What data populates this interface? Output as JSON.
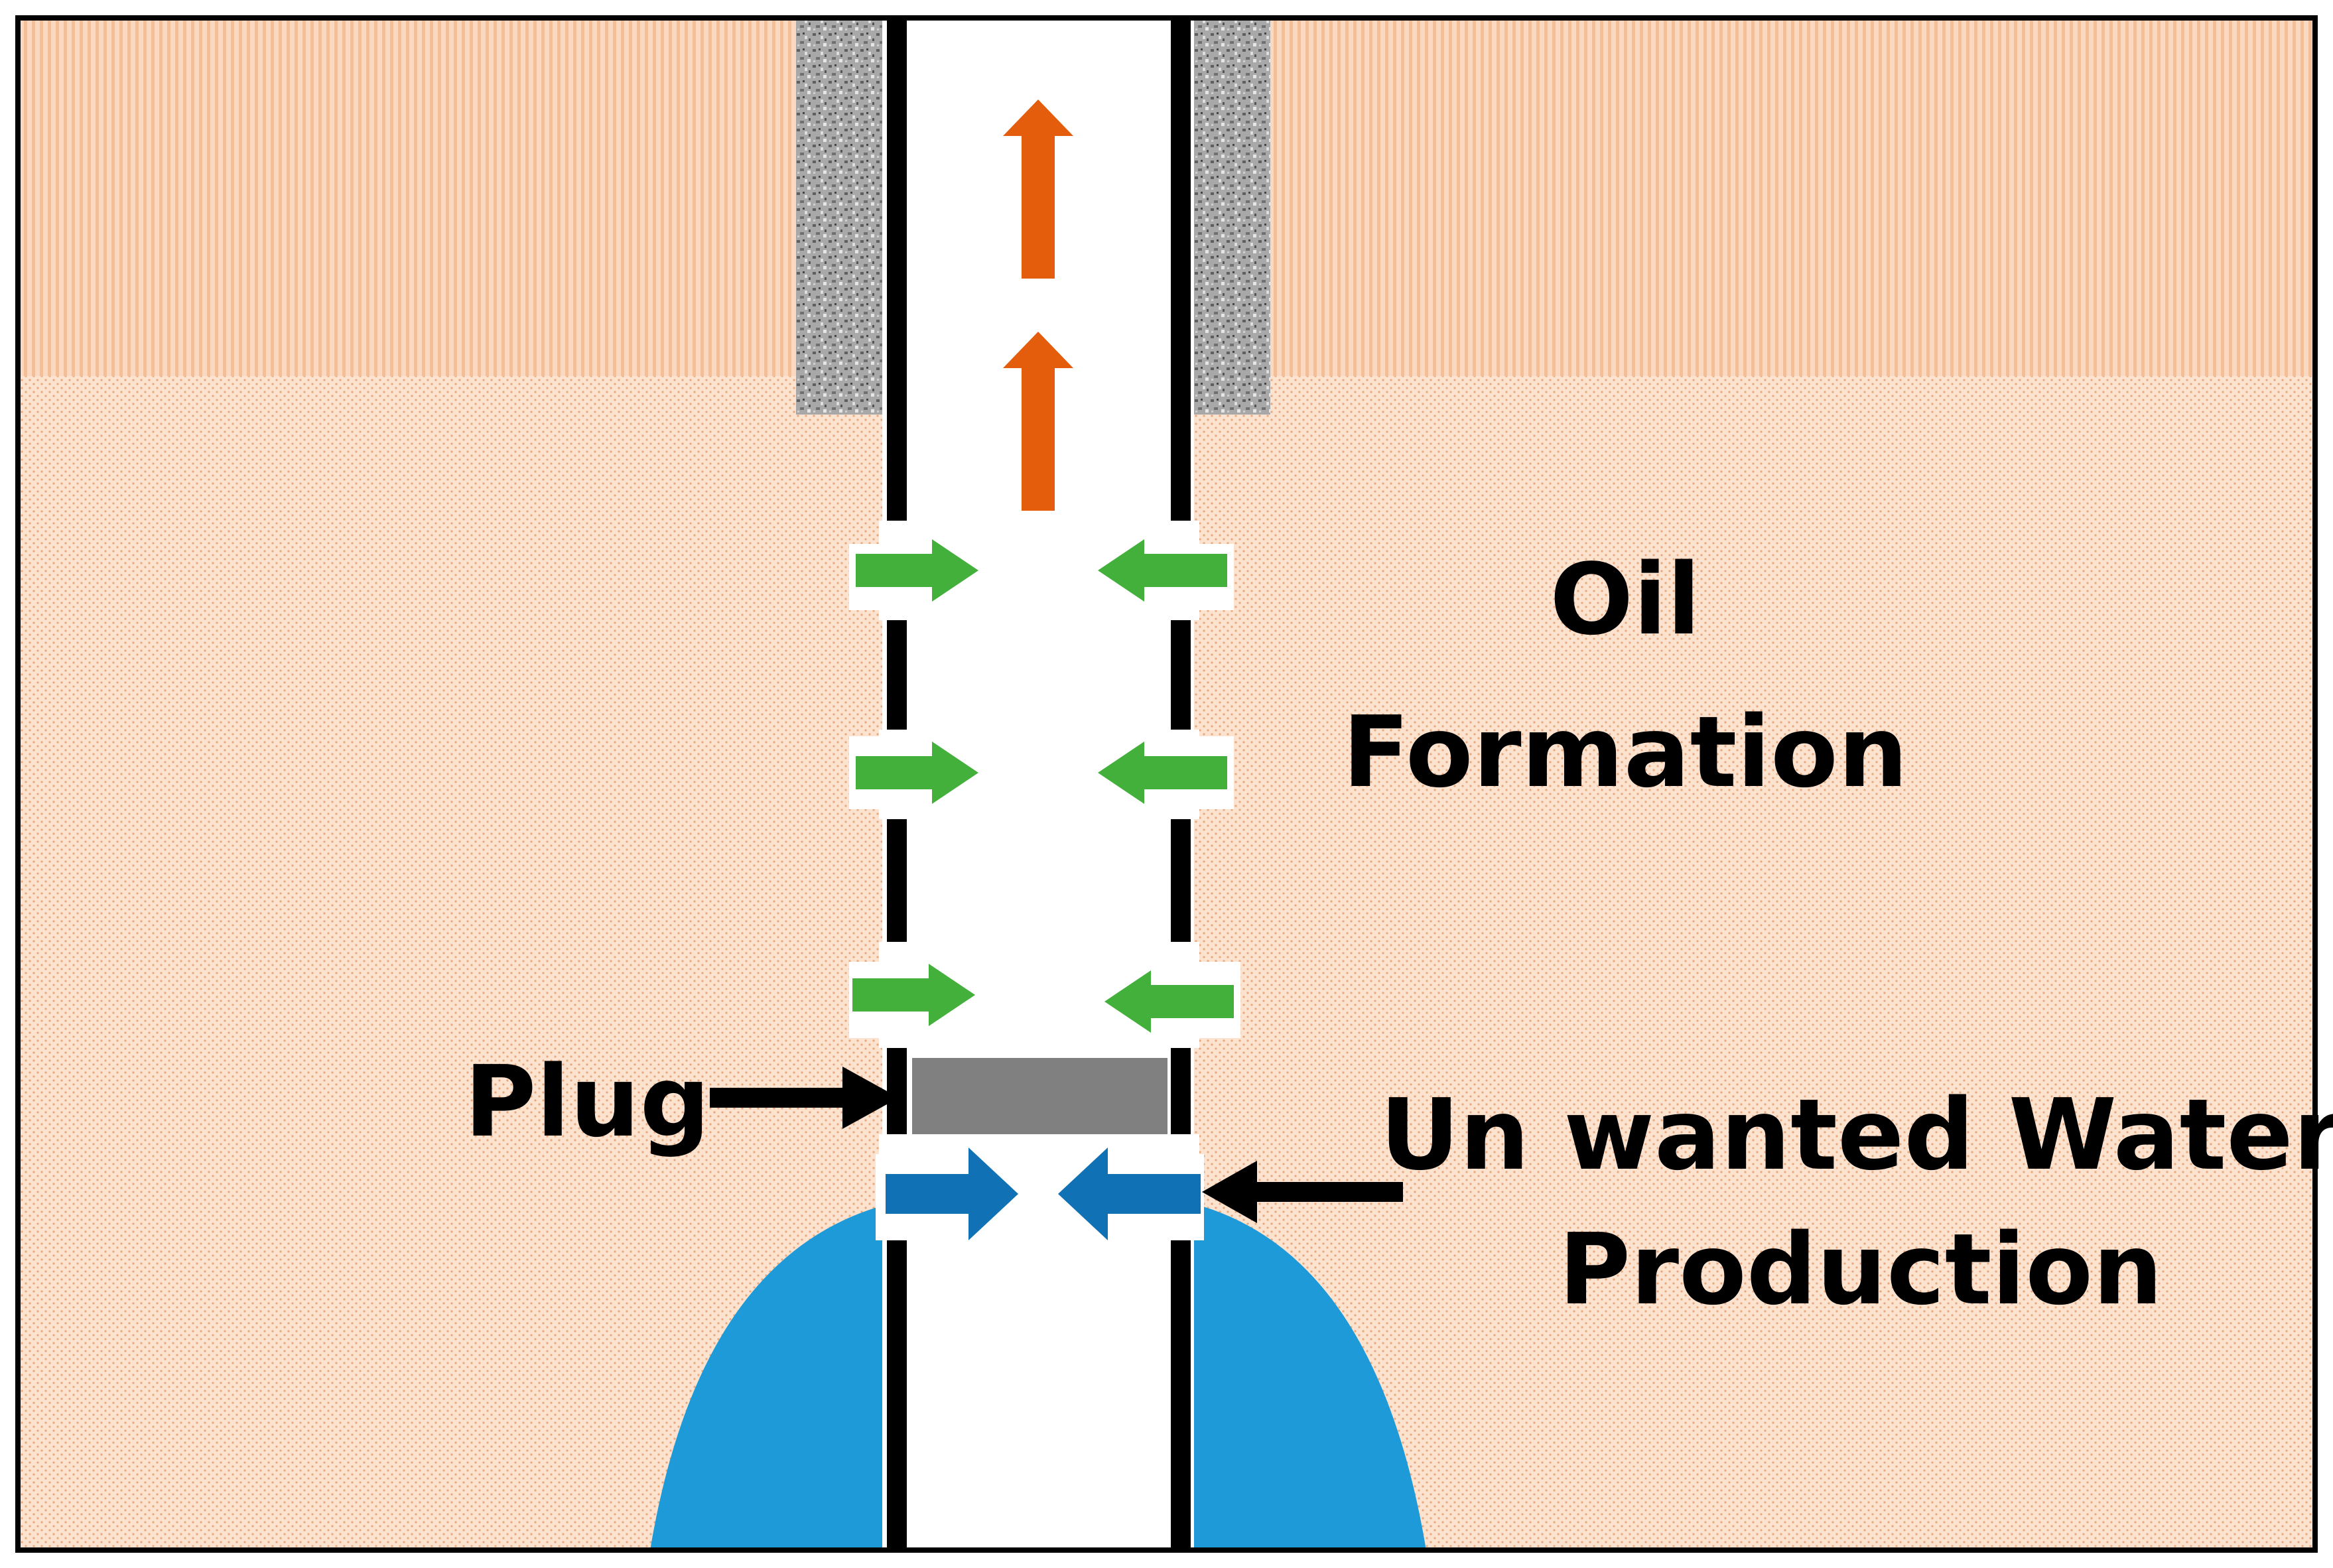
{
  "labels": {
    "oil_formation": [
      "Oil",
      "Formation"
    ],
    "plug": "Plug",
    "water": [
      "Un wanted Water",
      "Production"
    ]
  },
  "colors": {
    "formation": "#fbe3d0",
    "formation_dots": "#e9a77c",
    "upper_stripes": "#f1c09a",
    "cement": "#9a9a9a",
    "casing": "#000000",
    "oil_flow_arrow": "#e35d0d",
    "inflow_arrow": "#43b03c",
    "water_inflow_arrow": "#1071b5",
    "water_zone": "#1f9ad8",
    "plug": "#808080"
  }
}
